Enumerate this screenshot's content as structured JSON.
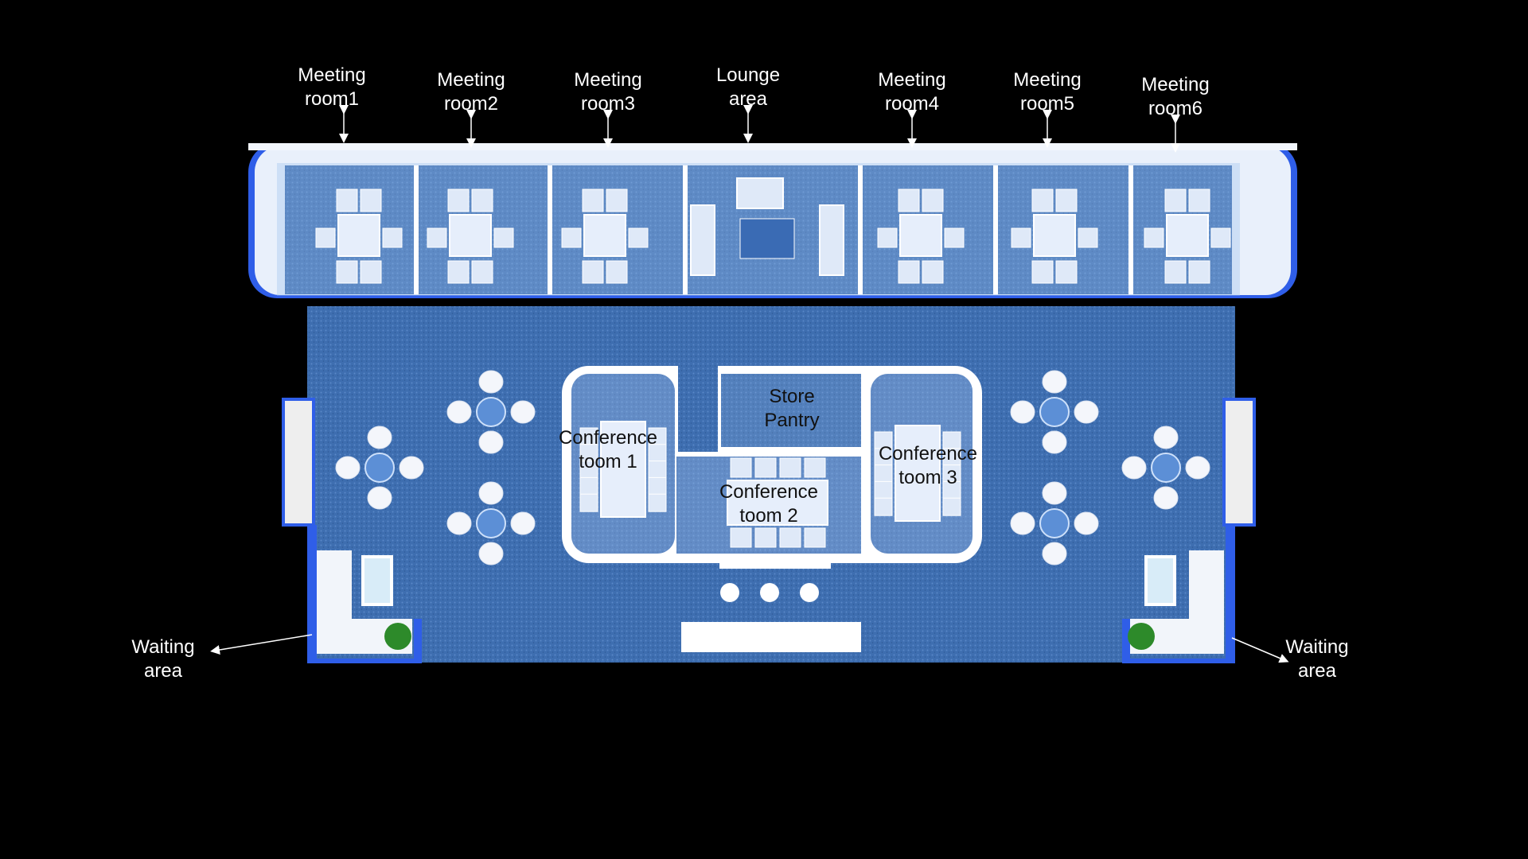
{
  "top_labels": [
    {
      "id": "meeting-room-1",
      "text": "Meeting\nroom1"
    },
    {
      "id": "meeting-room-2",
      "text": "Meeting\nroom2"
    },
    {
      "id": "meeting-room-3",
      "text": "Meeting\nroom3"
    },
    {
      "id": "lounge-area",
      "text": "Lounge\narea"
    },
    {
      "id": "meeting-room-4",
      "text": "Meeting\nroom4"
    },
    {
      "id": "meeting-room-5",
      "text": "Meeting\nroom5"
    },
    {
      "id": "meeting-room-6",
      "text": "Meeting\nroom6"
    }
  ],
  "rooms": {
    "conference_1": "Conference\ntoom 1",
    "conference_2": "Conference\ntoom 2",
    "conference_3": "Conference\ntoom 3",
    "store_pantry": "Store\nPantry"
  },
  "waiting": {
    "left": "Waiting\narea",
    "right": "Waiting\narea"
  },
  "colors": {
    "background": "#000000",
    "carpet": "#3f6fb0",
    "wall": "#ffffff",
    "accent": "#2f5ee8",
    "glass": "#b9d3f2"
  }
}
